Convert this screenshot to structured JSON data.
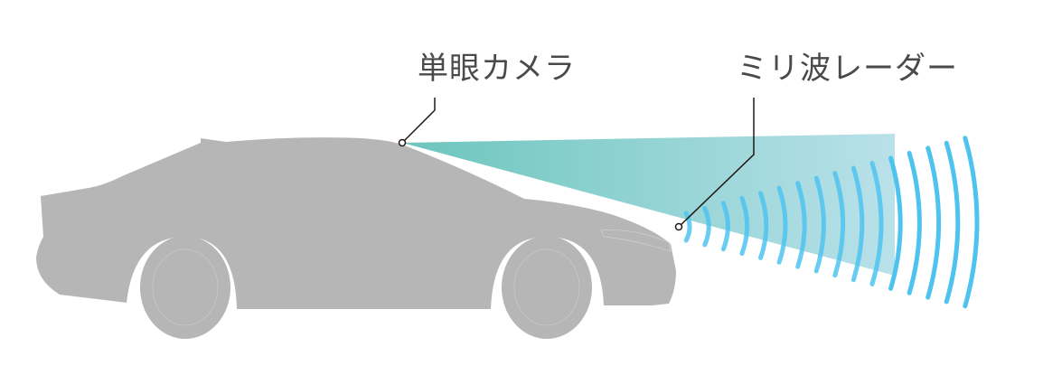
{
  "labels": {
    "camera": "単眼カメラ",
    "radar": "ミリ波レーダー"
  },
  "colors": {
    "car": "#b5b6b5",
    "camera_beam_start": "#6cc5bd",
    "camera_beam_end": "#b9e1ea",
    "radar_wave": "#4fc3f0",
    "leader_line": "#231815"
  },
  "radar_wave_count": 16
}
